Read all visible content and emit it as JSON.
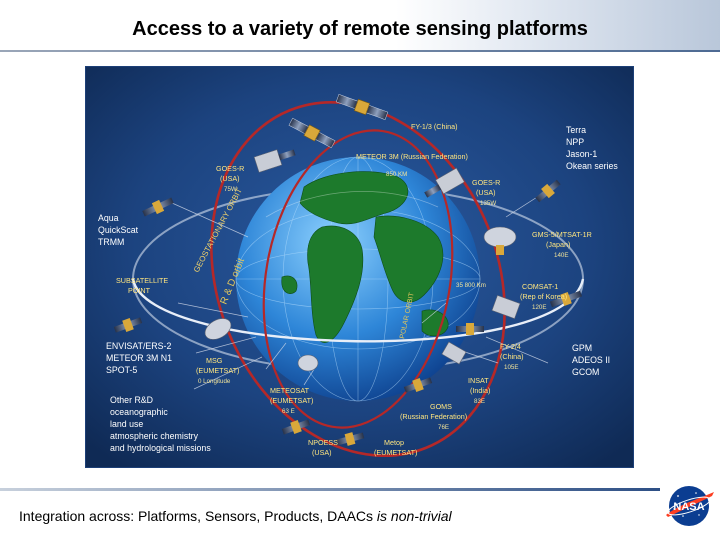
{
  "title": "Access to a variety of remote sensing platforms",
  "figure": {
    "satellites": {
      "fy1": "FY-1/3 (China)",
      "meteor": "METEOR 3M (Russian Federation)",
      "meteor_alt": "850 KM",
      "goesr_w_1": "GOES-R",
      "goesr_w_2": "(USA)",
      "goesr_w_3": "75W",
      "goesr_e_1": "GOES-R",
      "goesr_e_2": "(USA)",
      "goesr_e_3": "135W",
      "gms_1": "GMS-5/MTSAT-1R",
      "gms_2": "(Japan)",
      "gms_3": "140E",
      "comsat_1": "COMSAT-1",
      "comsat_2": "(Rep of Korea)",
      "comsat_3": "120E",
      "subsatellite_1": "SUBSATELLITE",
      "subsatellite_2": "POINT",
      "altitude": "35 800 Km",
      "fy2_1": "FY-2/4",
      "fy2_2": "(China)",
      "fy2_3": "105E",
      "insat_1": "INSAT",
      "insat_2": "(India)",
      "insat_3": "83E",
      "goms_1": "GOMS",
      "goms_2": "(Russian Federation)",
      "goms_3": "76E",
      "msg_1": "MSG",
      "msg_2": "(EUMETSAT)",
      "msg_3": "0 Longitude",
      "meteosat_1": "METEOSAT",
      "meteosat_2": "(EUMETSAT)",
      "meteosat_3": "63 E",
      "npoess_1": "NPOESS",
      "npoess_2": "(USA)",
      "metop_1": "Metop",
      "metop_2": "(EUMETSAT)"
    },
    "groups": {
      "terra": [
        "Terra",
        "NPP",
        "Jason-1",
        "Okean series"
      ],
      "aqua": [
        "Aqua",
        "QuickScat",
        "TRMM"
      ],
      "envisat": [
        "ENVISAT/ERS-2",
        "METEOR 3M N1",
        "SPOT-5"
      ],
      "gpm": [
        "GPM",
        "ADEOS II",
        "GCOM"
      ],
      "other": [
        "Other R&D",
        "oceanographic",
        "land use",
        "atmospheric chemistry",
        "and hydrological missions"
      ]
    },
    "orbits": {
      "geo": "GEOSTATIONARY ORBIT",
      "rd": "R & D orbit",
      "polar": "POLAR ORBIT"
    }
  },
  "footer": {
    "text": "Integration across:  Platforms, Sensors, Products, DAACs ",
    "emphasis": "is non-trivial"
  },
  "colors": {
    "background": "#1a3a74",
    "label_yellow": "#ffe680",
    "ring_white": "#e8eef8",
    "ring_red": "#b52828"
  },
  "logo": {
    "text": "NASA"
  }
}
